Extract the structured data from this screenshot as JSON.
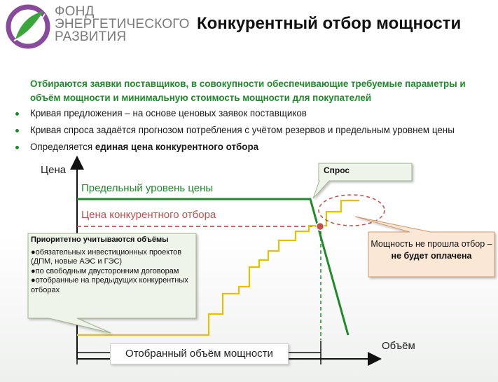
{
  "header": {
    "logo_lines": [
      "ФОНД",
      "ЭНЕРГЕТИЧЕСКОГО",
      "РАЗВИТИЯ"
    ],
    "title": "Конкурентный отбор мощности"
  },
  "intro": {
    "text": "Отбираются заявки поставщиков, в совокупности обеспечивающие требуемые параметры и объём мощности и минимальную стоимость мощности для покупателей"
  },
  "bullets": [
    {
      "text": "Кривая предложения – на основе ценовых заявок поставщиков",
      "bold": ""
    },
    {
      "text": "Кривая спроса задаётся прогнозом потребления с учётом резервов и предельным уровнем цены",
      "bold": ""
    },
    {
      "text": "Определяется ",
      "bold": "единая цена конкурентного отбора"
    }
  ],
  "diagram": {
    "y_axis_label": "Цена",
    "x_axis_label": "Объём",
    "price_limit_label": "Предельный уровень цены",
    "auction_price_label": "Цена конкурентного отбора",
    "volume_label": "Отобранный объём мощности",
    "demand_callout": "Спрос",
    "priority_callout": {
      "title": "Приоритетно учитываются объёмы",
      "items": [
        "●обязательных инвестиционных проектов (ДПМ, новые АЭС и ГЭС)",
        "●по свободным двусторонним договорам",
        "●отобранные на предыдущих конкурентных отборах"
      ]
    },
    "unpaid_callout": {
      "line1": "Мощность не прошла отбор –",
      "line2": "не будет оплачена"
    }
  },
  "colors": {
    "green": "#1e8a2a",
    "red": "#c0504d",
    "supply": "#e6c100",
    "callout_green_fill": "#eef4ea",
    "callout_orange_fill": "#fbe7d6"
  }
}
